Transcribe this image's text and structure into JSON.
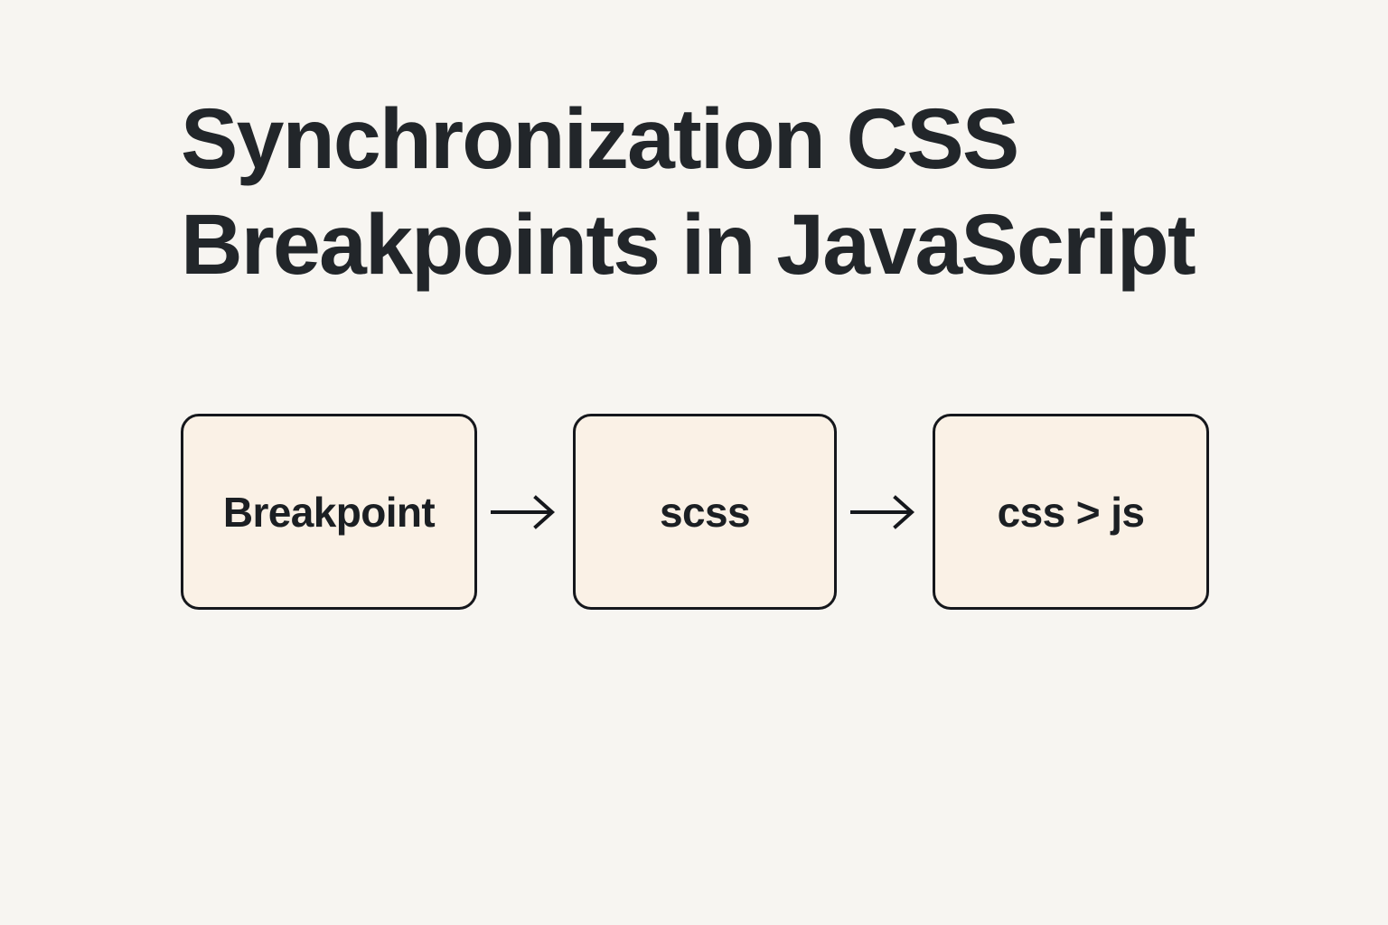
{
  "page": {
    "background_color": "#f7f5f1"
  },
  "title": {
    "line1": "Synchronization CSS",
    "line2": "Breakpoints in JavaScript",
    "color": "#22262a"
  },
  "diagram": {
    "type": "flow",
    "node_fill_color": "#faf1e6",
    "node_border_color": "#15171c",
    "arrow_color": "#15171c",
    "arrow_icon": "right-arrow-icon",
    "nodes": [
      {
        "label": "Breakpoint"
      },
      {
        "label": "scss"
      },
      {
        "label": "css > js"
      }
    ],
    "connectors": [
      {
        "glyph": "→"
      },
      {
        "glyph": "→"
      }
    ]
  }
}
